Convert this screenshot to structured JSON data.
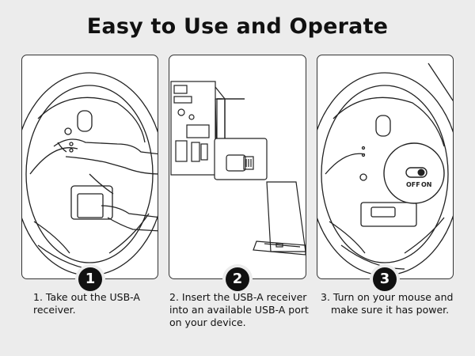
{
  "title": "Easy to Use and Operate",
  "steps": [
    {
      "number": "1",
      "text": "1. Take out the USB-A receiver."
    },
    {
      "number": "2",
      "text": "2. Insert the USB-A receiver into an available USB-A port on your device."
    },
    {
      "number": "3",
      "line1": "3. Turn on your mouse and",
      "line2": "make sure it has power."
    }
  ],
  "switch": {
    "off": "OFF",
    "on": "ON"
  }
}
